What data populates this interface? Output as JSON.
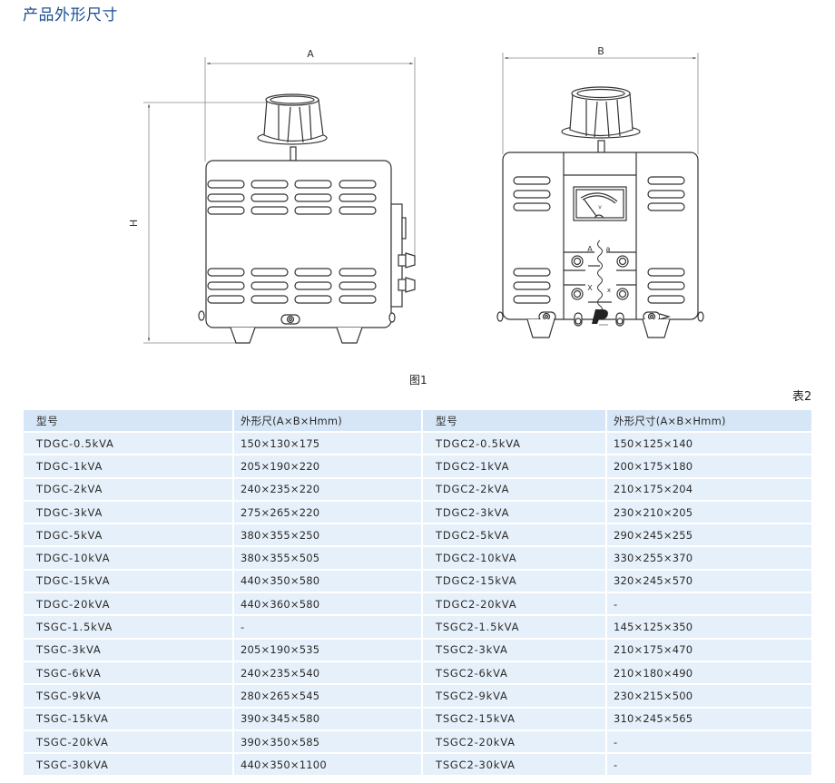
{
  "page": {
    "title": "产品外形尺寸",
    "figure_caption": "图1",
    "table_caption": "表2"
  },
  "figure": {
    "side_view": {
      "width_label": "A",
      "height_label": "H"
    },
    "front_view": {
      "width_label": "B",
      "meter_unit": "v",
      "terminal_labels": [
        "A",
        "a",
        "X",
        "x"
      ]
    }
  },
  "table": {
    "headers": [
      "型号",
      "外形尺(A×B×Hmm)",
      "型号",
      "外形尺寸(A×B×Hmm)"
    ],
    "rows": [
      [
        "TDGC-0.5kVA",
        "150×130×175",
        "TDGC2-0.5kVA",
        "150×125×140"
      ],
      [
        "TDGC-1kVA",
        "205×190×220",
        "TDGC2-1kVA",
        "200×175×180"
      ],
      [
        "TDGC-2kVA",
        "240×235×220",
        "TDGC2-2kVA",
        "210×175×204"
      ],
      [
        "TDGC-3kVA",
        "275×265×220",
        "TDGC2-3kVA",
        "230×210×205"
      ],
      [
        "TDGC-5kVA",
        "380×355×250",
        "TDGC2-5kVA",
        "290×245×255"
      ],
      [
        "TDGC-10kVA",
        "380×355×505",
        "TDGC2-10kVA",
        "330×255×370"
      ],
      [
        "TDGC-15kVA",
        "440×350×580",
        "TDGC2-15kVA",
        "320×245×570"
      ],
      [
        "TDGC-20kVA",
        "440×360×580",
        "TDGC2-20kVA",
        "-"
      ],
      [
        "TSGC-1.5kVA",
        "-",
        "TSGC2-1.5kVA",
        "145×125×350"
      ],
      [
        "TSGC-3kVA",
        "205×190×535",
        "TSGC2-3kVA",
        "210×175×470"
      ],
      [
        "TSGC-6kVA",
        "240×235×540",
        "TSGC2-6kVA",
        "210×180×490"
      ],
      [
        "TSGC-9kVA",
        "280×265×545",
        "TSGC2-9kVA",
        "230×215×500"
      ],
      [
        "TSGC-15kVA",
        "390×345×580",
        "TSGC2-15kVA",
        "310×245×565"
      ],
      [
        "TSGC-20kVA",
        "390×350×585",
        "TSGC2-20kVA",
        "-"
      ],
      [
        "TSGC-30kVA",
        "440×350×1100",
        "TSGC2-30kVA",
        "-"
      ]
    ]
  },
  "colors": {
    "title": "#1d4f91",
    "header_bg": "#d6e6f6",
    "row_bg": "#e6f0fa"
  }
}
